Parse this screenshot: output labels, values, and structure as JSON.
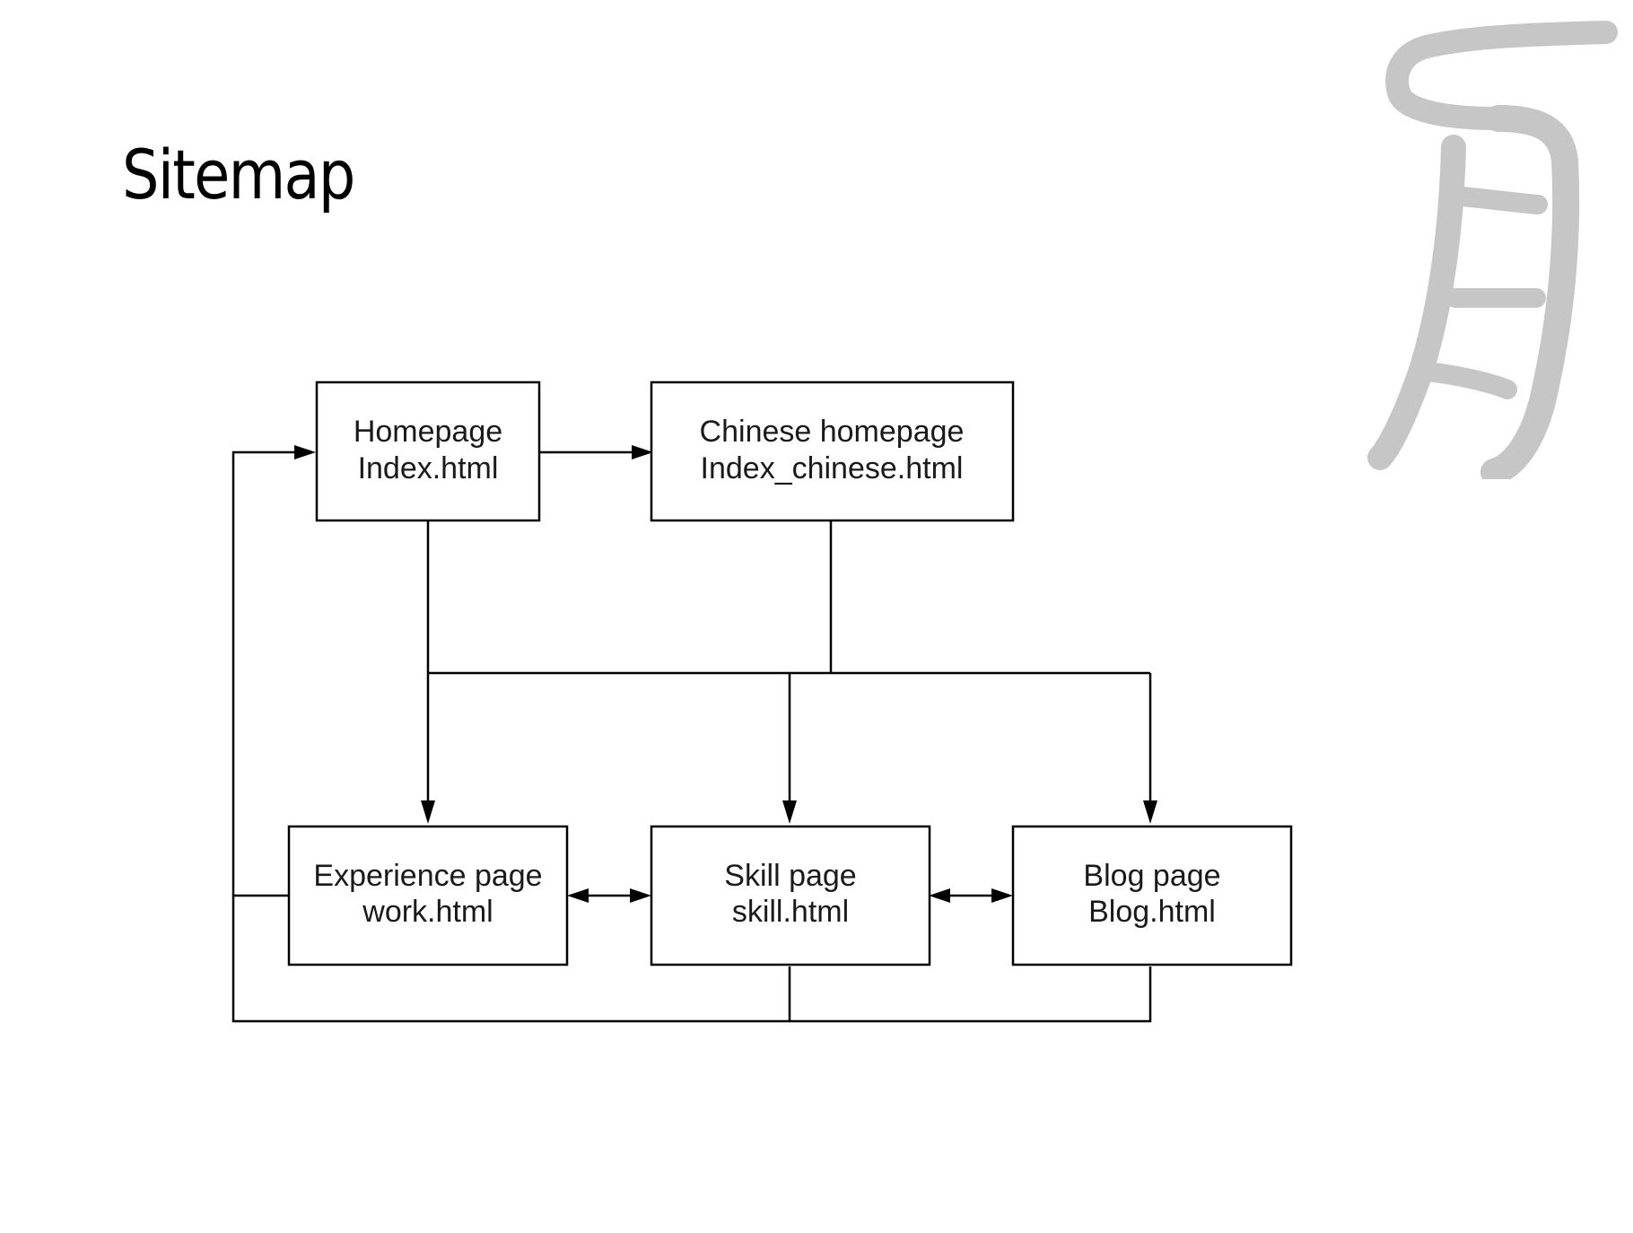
{
  "page": {
    "title": "Sitemap"
  },
  "decoration": {
    "logo_icon": "calligraphy-character-logo",
    "logo_color": "#c6c6c6"
  },
  "diagram": {
    "nodes": [
      {
        "id": "homepage",
        "line1": "Homepage",
        "line2": "Index.html"
      },
      {
        "id": "chinese-homepage",
        "line1": "Chinese homepage",
        "line2": "Index_chinese.html"
      },
      {
        "id": "experience-page",
        "line1": "Experience page",
        "line2": "work.html"
      },
      {
        "id": "skill-page",
        "line1": "Skill page",
        "line2": "skill.html"
      },
      {
        "id": "blog-page",
        "line1": "Blog page",
        "line2": "Blog.html"
      }
    ],
    "edges": [
      {
        "from": "homepage",
        "to": "chinese-homepage",
        "direction": "forward"
      },
      {
        "from": "homepage",
        "to": "experience-page",
        "direction": "forward"
      },
      {
        "from": "homepage",
        "to": "skill-page",
        "direction": "forward"
      },
      {
        "from": "homepage",
        "to": "blog-page",
        "direction": "forward"
      },
      {
        "from": "chinese-homepage",
        "to": "experience-page",
        "direction": "forward"
      },
      {
        "from": "chinese-homepage",
        "to": "skill-page",
        "direction": "forward"
      },
      {
        "from": "chinese-homepage",
        "to": "blog-page",
        "direction": "forward"
      },
      {
        "from": "experience-page",
        "to": "skill-page",
        "direction": "both"
      },
      {
        "from": "skill-page",
        "to": "blog-page",
        "direction": "both"
      },
      {
        "from": "experience-page",
        "to": "homepage",
        "direction": "forward"
      },
      {
        "from": "skill-page",
        "to": "homepage",
        "direction": "forward"
      },
      {
        "from": "blog-page",
        "to": "homepage",
        "direction": "forward"
      }
    ]
  }
}
